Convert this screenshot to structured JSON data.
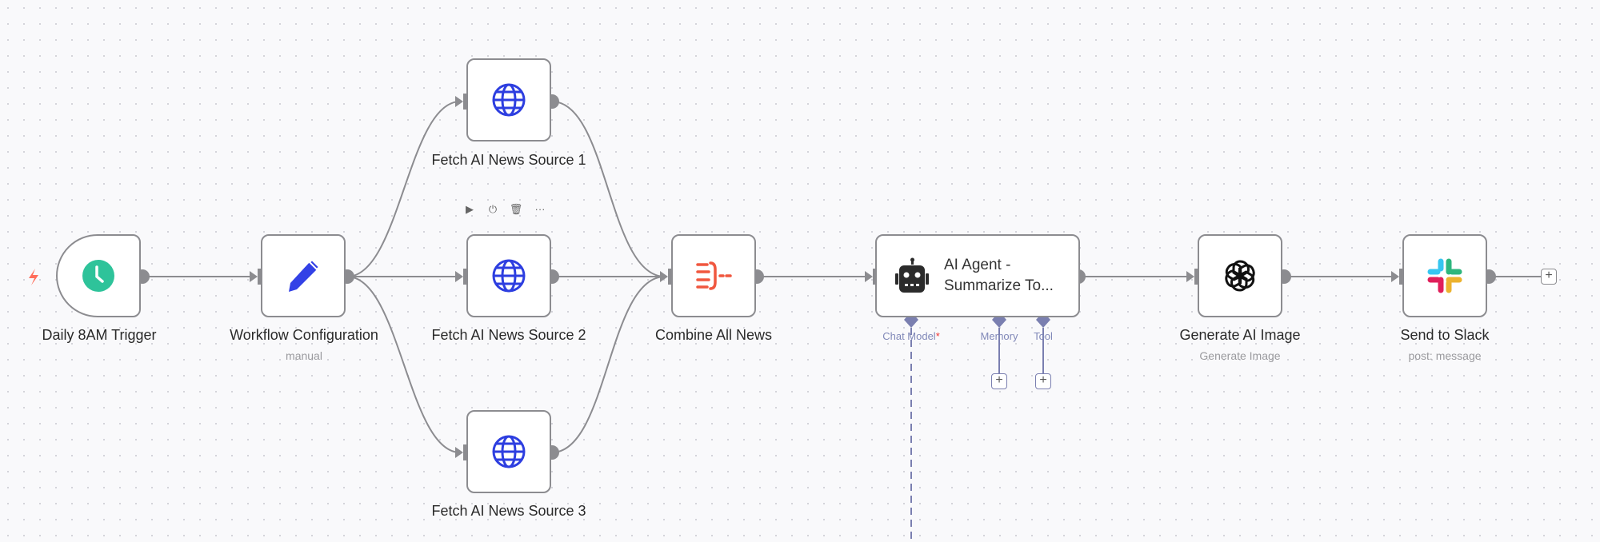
{
  "nodes": {
    "trigger": {
      "label": "Daily 8AM Trigger",
      "icon": "clock-icon"
    },
    "config": {
      "label": "Workflow Configuration",
      "sub": "manual",
      "icon": "pencil-icon"
    },
    "fetch1": {
      "label": "Fetch AI News Source 1",
      "icon": "globe-icon"
    },
    "fetch2": {
      "label": "Fetch AI News Source 2",
      "icon": "globe-icon"
    },
    "fetch3": {
      "label": "Fetch AI News Source 3",
      "icon": "globe-icon"
    },
    "combine": {
      "label": "Combine All News",
      "icon": "merge-icon"
    },
    "agent": {
      "title1": "AI Agent -",
      "title2": "Summarize To...",
      "icon": "robot-icon",
      "ports": {
        "chat_model": "Chat Model",
        "required": "*",
        "memory": "Memory",
        "tool": "Tool"
      }
    },
    "image": {
      "label": "Generate AI Image",
      "sub": "Generate Image",
      "icon": "openai-icon"
    },
    "slack": {
      "label": "Send to Slack",
      "sub": "post: message",
      "icon": "slack-icon"
    }
  },
  "toolbar": {
    "icons": [
      "play-icon",
      "power-icon",
      "trash-icon",
      "more-icon"
    ],
    "more": "···"
  },
  "plus": "+",
  "colors": {
    "edge": "#8c8c90",
    "port": "#7a7fb0",
    "trigger_bolt": "#ff6d5a",
    "globe": "#2d3ee0",
    "clock": "#2ec39a"
  }
}
